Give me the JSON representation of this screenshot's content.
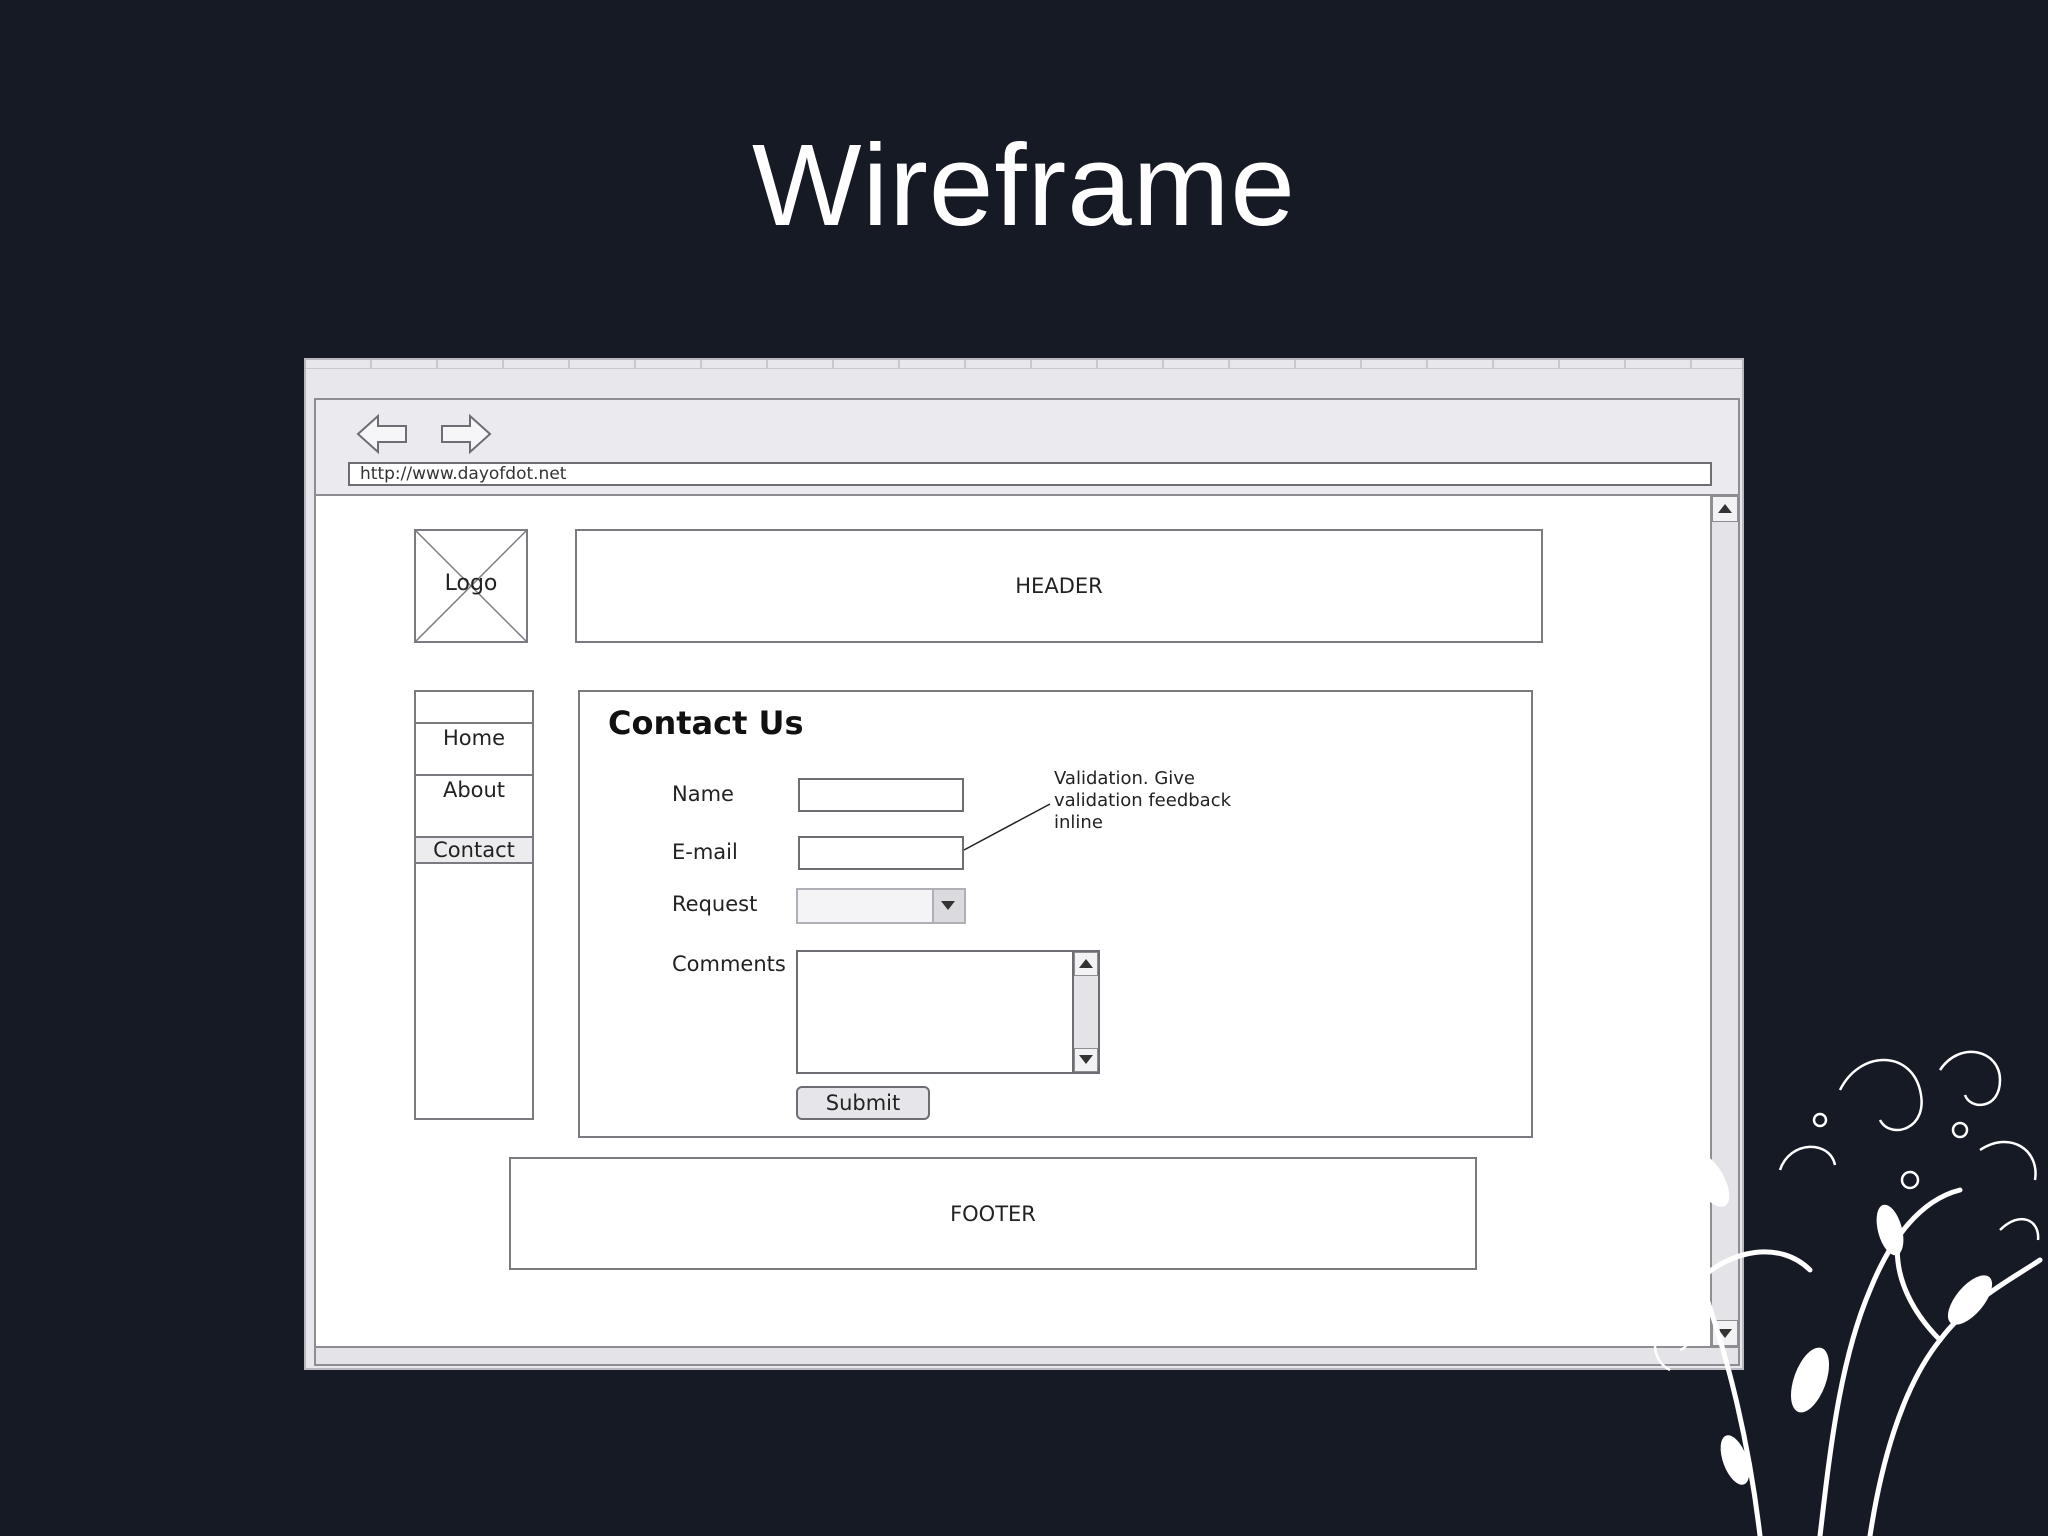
{
  "slide": {
    "title": "Wireframe"
  },
  "browser": {
    "url": "http://www.dayofdot.net",
    "nav_icons": [
      "back-arrow-icon",
      "forward-arrow-icon"
    ]
  },
  "page": {
    "logo": "Logo",
    "header": "HEADER",
    "footer": "FOOTER",
    "nav_items": [
      {
        "label": "Home"
      },
      {
        "label": "About"
      },
      {
        "label": "Contact"
      }
    ],
    "content": {
      "title": "Contact Us",
      "fields": {
        "name_label": "Name",
        "email_label": "E-mail",
        "request_label": "Request",
        "comments_label": "Comments"
      },
      "submit_label": "Submit",
      "annotation": "Validation. Give validation feedback inline"
    }
  },
  "colors": {
    "background": "#161a25",
    "title": "#ffffff",
    "wire_line": "#7b7a80"
  }
}
